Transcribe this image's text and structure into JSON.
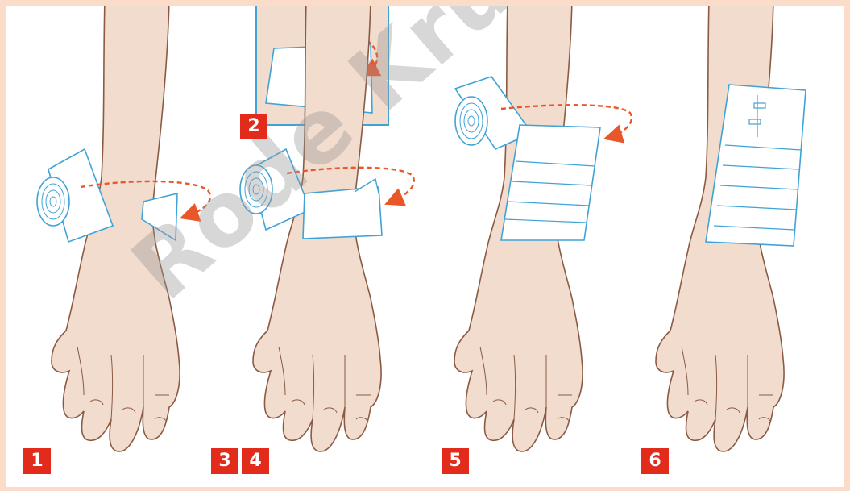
{
  "steps": {
    "s1": "1",
    "s2": "2",
    "s3": "3",
    "s4": "4",
    "s5": "5",
    "s6": "6"
  },
  "watermark": "Rode Kruis Vlaanderen",
  "colors": {
    "skin": "#f2dccd",
    "skin_outline": "#8a5a45",
    "bandage_outline": "#3fa3d6",
    "arrow": "#e8562a",
    "label_bg": "#e32b1c",
    "frame": "#fbdcc9"
  }
}
